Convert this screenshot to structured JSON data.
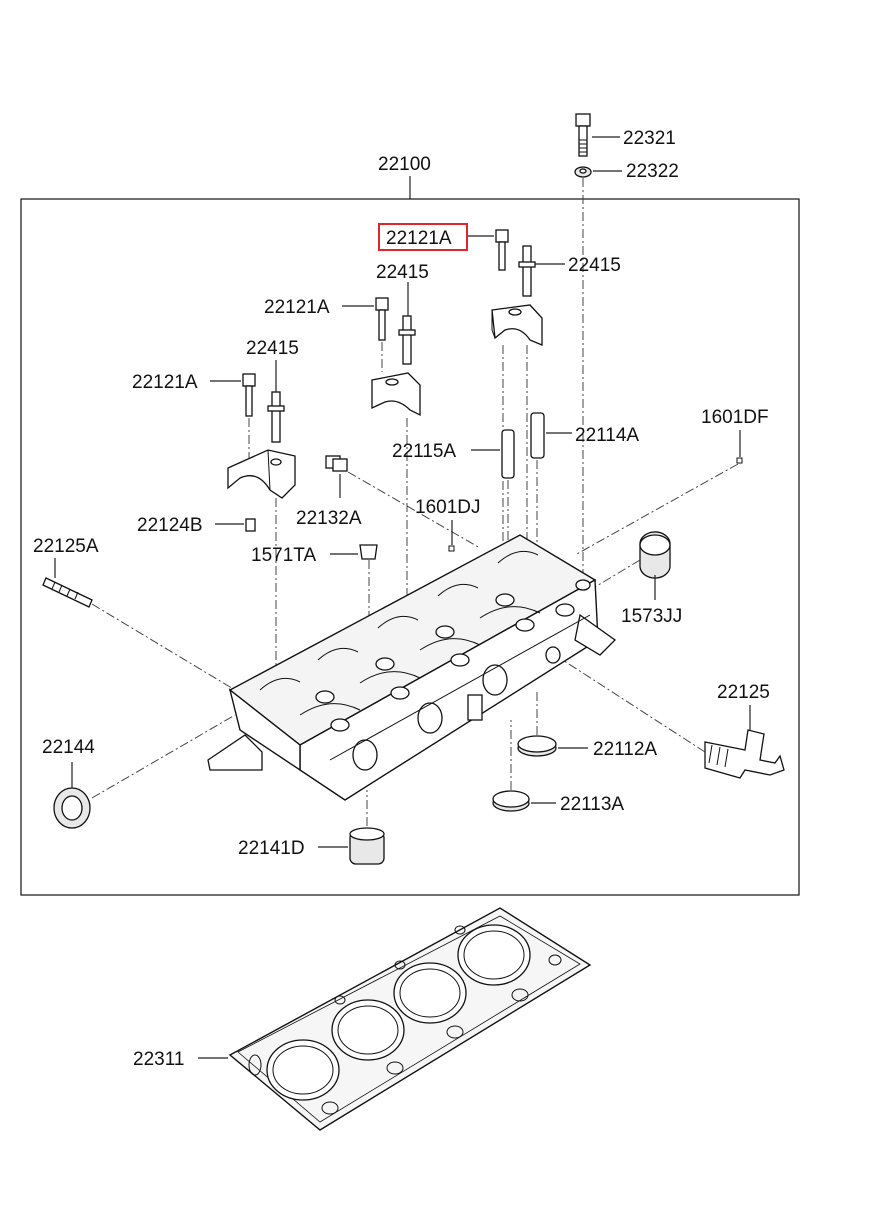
{
  "labels": {
    "p22321": "22321",
    "p22322": "22322",
    "p22100": "22100",
    "p22121A_highlight": "22121A",
    "p22415_a": "22415",
    "p22415_b": "22415",
    "p22121A_b": "22121A",
    "p22415_c": "22415",
    "p22121A_c": "22121A",
    "p1601DF": "1601DF",
    "p22114A": "22114A",
    "p22115A": "22115A",
    "p1601DJ": "1601DJ",
    "p22124B": "22124B",
    "p22132A": "22132A",
    "p22125A": "22125A",
    "p1571TA": "1571TA",
    "p1573JJ": "1573JJ",
    "p22125": "22125",
    "p22144": "22144",
    "p22112A": "22112A",
    "p22113A": "22113A",
    "p22141D": "22141D",
    "p22311": "22311"
  },
  "highlight_color": "#e0262a"
}
